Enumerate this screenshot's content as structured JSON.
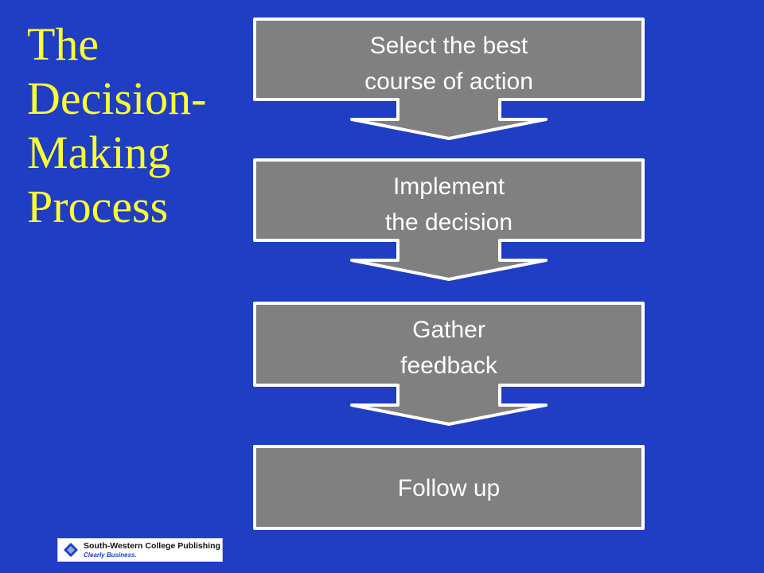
{
  "title": [
    "The",
    "Decision-",
    "Making",
    "Process"
  ],
  "steps": [
    {
      "lines": [
        "Select the best",
        "course of action"
      ]
    },
    {
      "lines": [
        "Implement",
        "the decision"
      ]
    },
    {
      "lines": [
        "Gather",
        "feedback"
      ]
    },
    {
      "lines": [
        "Follow up"
      ]
    }
  ],
  "logo": {
    "name": "South-Western College Publishing",
    "tagline": "Clearly Business."
  },
  "colors": {
    "background": "#1f3ec4",
    "title": "#ffff33",
    "box_fill": "#808080",
    "box_border": "#ffffff",
    "text": "#ffffff"
  }
}
